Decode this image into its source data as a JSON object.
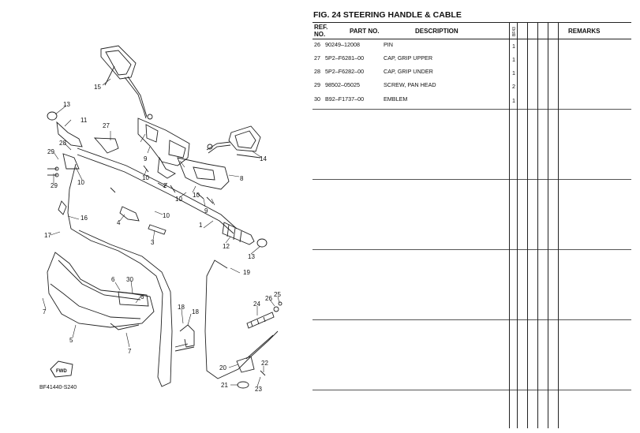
{
  "figure": {
    "title": "FIG. 24  STEERING HANDLE & CABLE",
    "code": "BF41440-S240",
    "fwd_label": "FWD"
  },
  "table": {
    "headers": {
      "ref_line1": "REF.",
      "ref_line2": "NO.",
      "part_no": "PART NO.",
      "description": "DESCRIPTION",
      "model_code": "BF43",
      "remarks": "REMARKS"
    },
    "rows": [
      {
        "ref": "26",
        "part": "90249–12008",
        "desc": "PIN",
        "qty": "1"
      },
      {
        "ref": "27",
        "part": "5P2–F6281–00",
        "desc": "CAP, GRIP UPPER",
        "qty": "1"
      },
      {
        "ref": "28",
        "part": "5P2–F6282–00",
        "desc": "CAP, GRIP UNDER",
        "qty": "1"
      },
      {
        "ref": "29",
        "part": "98502–05025",
        "desc": "SCREW, PAN HEAD",
        "qty": "2"
      },
      {
        "ref": "30",
        "part": "B92–F1737–00",
        "desc": "EMBLEM",
        "qty": "1"
      }
    ]
  },
  "callouts": {
    "c1": "1",
    "c2": "2",
    "c3": "3",
    "c4": "4",
    "c5": "5",
    "c6a": "6",
    "c6b": "6",
    "c7a": "7",
    "c7b": "7",
    "c8": "8",
    "c9a": "9",
    "c9b": "9",
    "c10a": "10",
    "c10b": "10",
    "c10c": "10",
    "c10d": "10",
    "c10e": "10",
    "c11": "11",
    "c12": "12",
    "c13a": "13",
    "c13b": "13",
    "c14": "14",
    "c15": "15",
    "c16": "16",
    "c17": "17",
    "c18a": "18",
    "c18b": "18",
    "c19": "19",
    "c20": "20",
    "c21": "21",
    "c22": "22",
    "c23": "23",
    "c24": "24",
    "c25": "25",
    "c26": "26",
    "c27": "27",
    "c28": "28",
    "c29a": "29",
    "c29b": "29",
    "c30": "30"
  }
}
